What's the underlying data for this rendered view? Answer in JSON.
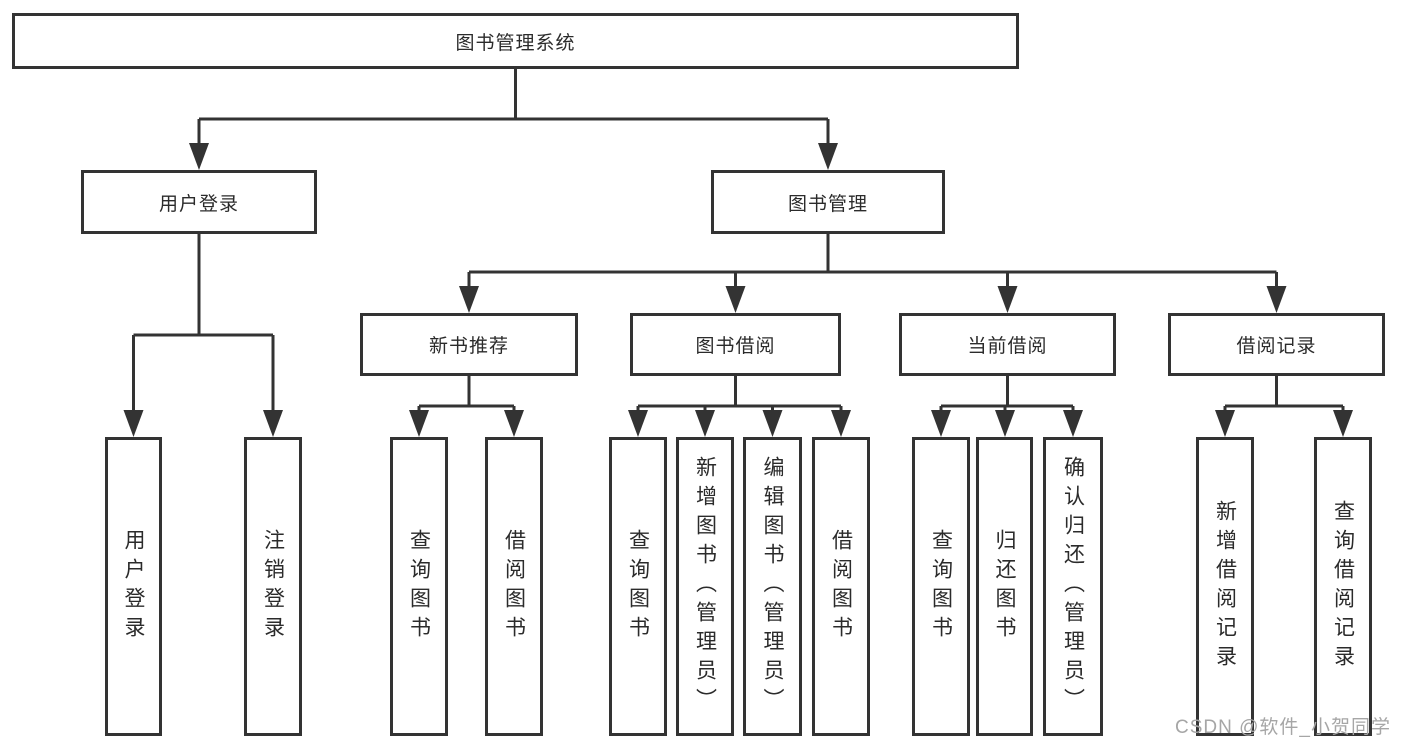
{
  "diagram": {
    "root": {
      "label": "图书管理系统"
    },
    "branches": [
      {
        "label": "用户登录",
        "leaves": [
          {
            "label": "用户登录"
          },
          {
            "label": "注销登录"
          }
        ]
      },
      {
        "label": "图书管理",
        "groups": [
          {
            "label": "新书推荐",
            "leaves": [
              {
                "label": "查询图书"
              },
              {
                "label": "借阅图书"
              }
            ]
          },
          {
            "label": "图书借阅",
            "leaves": [
              {
                "label": "查询图书"
              },
              {
                "label": "新增图书（管理员）"
              },
              {
                "label": "编辑图书（管理员）"
              },
              {
                "label": "借阅图书"
              }
            ]
          },
          {
            "label": "当前借阅",
            "leaves": [
              {
                "label": "查询图书"
              },
              {
                "label": "归还图书"
              },
              {
                "label": "确认归还（管理员）"
              }
            ]
          },
          {
            "label": "借阅记录",
            "leaves": [
              {
                "label": "新增借阅记录"
              },
              {
                "label": "查询借阅记录"
              }
            ]
          }
        ]
      }
    ]
  },
  "watermark": {
    "text": "CSDN @软件_小贺同学"
  },
  "colors": {
    "line": "#333333",
    "text": "#2b2b2b",
    "background": "#ffffff",
    "watermark": "#a6a6a6"
  }
}
